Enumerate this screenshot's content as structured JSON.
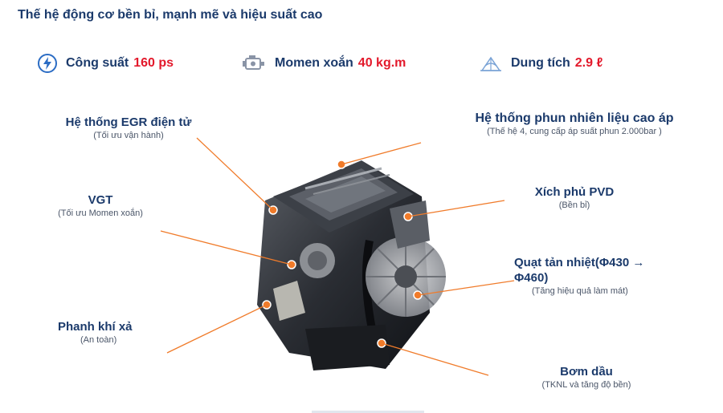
{
  "title": "Thế hệ động cơ bền bỉ, mạnh mẽ và hiệu suất cao",
  "specs": [
    {
      "icon": "power-icon",
      "label": "Công suất",
      "value": "160 ps"
    },
    {
      "icon": "engine-icon",
      "label": "Momen xoắn",
      "value": "40 kg.m"
    },
    {
      "icon": "capacity-icon",
      "label": "Dung tích",
      "value": "2.9 ℓ"
    }
  ],
  "callouts": {
    "egr": {
      "title": "Hệ thống EGR  điện tử",
      "sub": "(Tối ưu vận hành)"
    },
    "injection": {
      "title": "Hệ thống phun nhiên liệu cao áp",
      "sub": "(Thế hệ 4, cung cấp áp suất phun 2.000bar )"
    },
    "vgt": {
      "title": "VGT",
      "sub": "(Tối ưu Momen xoắn)"
    },
    "pvd": {
      "title": "Xích phủ PVD",
      "sub": "(Bền bỉ)"
    },
    "fan": {
      "title": "Quạt tản nhiệt(Φ430 → Φ460)",
      "sub": "(Tăng hiệu quả làm mát)"
    },
    "brake": {
      "title": "Phanh khí xả",
      "sub": "(An toàn)"
    },
    "pump": {
      "title": "Bơm dầu",
      "sub": "(TKNL và tăng độ bền)"
    }
  },
  "colors": {
    "heading": "#1b3a6b",
    "accent": "#e3192b",
    "leader": "#f07b2a"
  }
}
